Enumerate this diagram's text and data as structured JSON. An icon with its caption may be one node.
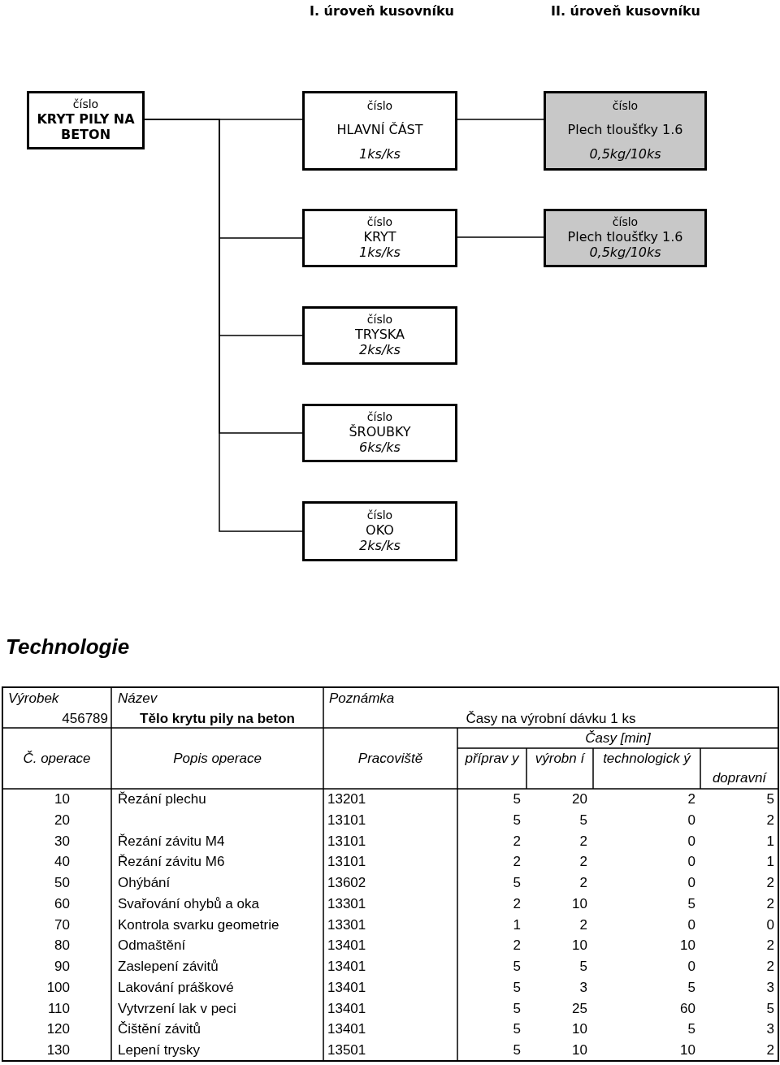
{
  "diagram": {
    "title": "Technologie",
    "nodes": [
      {
        "text": [
          "číslo",
          "KRYT PILY NA BETON"
        ]
      },
      {
        "text": [
          "číslo",
          "HLAVNÍ ČÁST",
          "1ks/ks"
        ]
      },
      {
        "text": [
          "číslo",
          "Plech tloušťky 1.6",
          "0,5kg/10ks"
        ]
      },
      {
        "text": [
          "číslo",
          "KRYT",
          "1ks/ks"
        ]
      },
      {
        "text": [
          "číslo",
          "Plech tloušťky 1.6",
          "0,5kg/10ks"
        ]
      },
      {
        "text": [
          "číslo",
          "TRYSKA",
          "2ks/ks"
        ]
      },
      {
        "text": [
          "číslo",
          "ŠROUBKY",
          "6ks/ks"
        ]
      },
      {
        "text": [
          "číslo",
          "OKO",
          "2ks/ks"
        ]
      }
    ],
    "edges": [
      {
        "from": 0,
        "to": 1,
        "arrow": "none"
      },
      {
        "from": 0,
        "to": 3,
        "arrow": "none"
      },
      {
        "from": 0,
        "to": 5,
        "arrow": "none"
      },
      {
        "from": 0,
        "to": 6,
        "arrow": "none"
      },
      {
        "from": 0,
        "to": 7,
        "arrow": "none"
      },
      {
        "from": 1,
        "to": 2,
        "arrow": "none"
      },
      {
        "from": 3,
        "to": 4,
        "arrow": "none"
      }
    ],
    "labels": [
      "I. úroveň kusovníku",
      "II. úroveň kusovníku",
      "Výrobek",
      "Název",
      "Poznámka",
      "456789",
      "Tělo krytu pily na beton",
      "Časy na výrobní dávku 1 ks",
      "Časy [min]",
      "Č. operace",
      "Popis operace",
      "Pracoviště",
      "příprav y",
      "výrobn í",
      "technologick ý",
      "dopravní",
      "10",
      "Řezání plechu",
      "13201",
      "5",
      "20",
      "2",
      "5",
      "20",
      "13101",
      "5",
      "5",
      "0",
      "2",
      "30",
      "Řezání závitu M4",
      "13101",
      "2",
      "2",
      "0",
      "1",
      "40",
      "Řezání závitu M6",
      "13101",
      "2",
      "2",
      "0",
      "1",
      "50",
      "Ohýbání",
      "13602",
      "5",
      "2",
      "0",
      "2",
      "60",
      "Svařování ohybů a oka",
      "13301",
      "2",
      "10",
      "5",
      "2",
      "70",
      "Kontrola svarku geometrie",
      "13301",
      "1",
      "2",
      "0",
      "0",
      "80",
      "Odmaštění",
      "13401",
      "2",
      "10",
      "10",
      "2",
      "90",
      "Zaslepení závitů",
      "13401",
      "5",
      "5",
      "0",
      "2",
      "100",
      "Lakování práškové",
      "13401",
      "5",
      "3",
      "5",
      "3",
      "110",
      "Vytvrzení lak v peci",
      "13401",
      "5",
      "25",
      "60",
      "5",
      "120",
      "Čištění závitů",
      "13401",
      "5",
      "10",
      "5",
      "3",
      "130",
      "Lepení trysky",
      "13501",
      "5",
      "10",
      "10",
      "2"
    ]
  }
}
